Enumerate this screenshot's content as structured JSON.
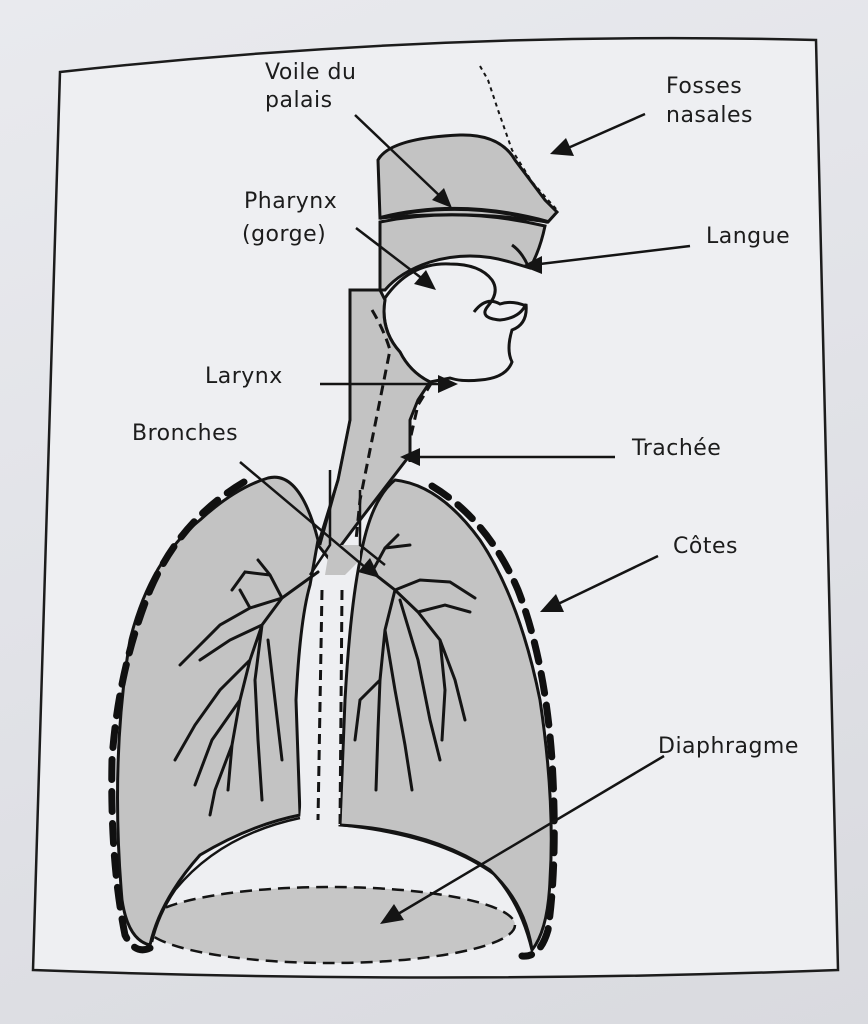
{
  "labels": {
    "voile_line1": "Voile du",
    "voile_line2": "palais",
    "fosses_line1": "Fosses",
    "fosses_line2": "nasales",
    "pharynx_line1": "Pharynx",
    "pharynx_line2": "(gorge)",
    "langue": "Langue",
    "larynx": "Larynx",
    "bronches": "Bronches",
    "trachee": "Trachée",
    "cotes": "Côtes",
    "diaphragme": "Diaphragme"
  },
  "colors": {
    "paper": "#e6e7eb",
    "organ_fill": "#c3c3c3",
    "ink": "#141414"
  }
}
